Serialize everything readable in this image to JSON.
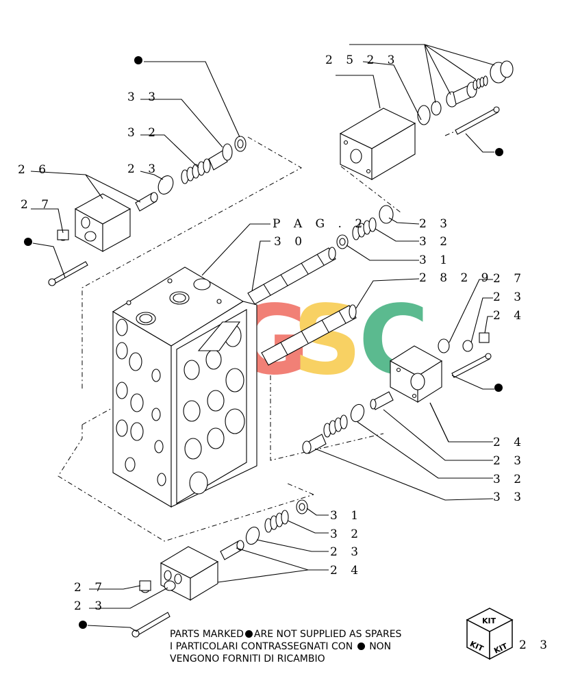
{
  "labels": {
    "l_2523": "2 5 2 3",
    "l_33a": "3 3",
    "l_32a": "3 2",
    "l_26": "2 6",
    "l_23a": "2 3",
    "l_27a": "2 7",
    "l_pag": "P A G . 2",
    "l_30": "3 0",
    "l_23b": "2 3",
    "l_32b": "3 2",
    "l_31a": "3 1",
    "l_2829": "2 8 2 9",
    "l_27b": "2 7",
    "l_23c": "2 3",
    "l_24a": "2 4",
    "l_24b": "2 4",
    "l_23d": "2 3",
    "l_32c": "3 2",
    "l_33b": "3 3",
    "l_31b": "3 1",
    "l_32d": "3 2",
    "l_23e": "2 3",
    "l_24c": "2 4",
    "l_27c": "2 7",
    "l_23f": "2 3",
    "l_kit_ref": "2 3"
  },
  "watermark": {
    "letters": [
      "C",
      "G",
      "S",
      "C"
    ],
    "colors": [
      "#4a8cf0",
      "#ef6a5f",
      "#f7c948",
      "#3fae7c"
    ]
  },
  "kit_icon": {
    "text": "KIT"
  },
  "note": {
    "line1_before": "PARTS MARKED",
    "line1_after": "ARE NOT SUPPLIED AS SPARES",
    "line2_before": "I PARTICOLARI CONTRASSEGNATI CON",
    "line2_after": "NON",
    "line3": "VENGONO FORNITI DI RICAMBIO"
  }
}
